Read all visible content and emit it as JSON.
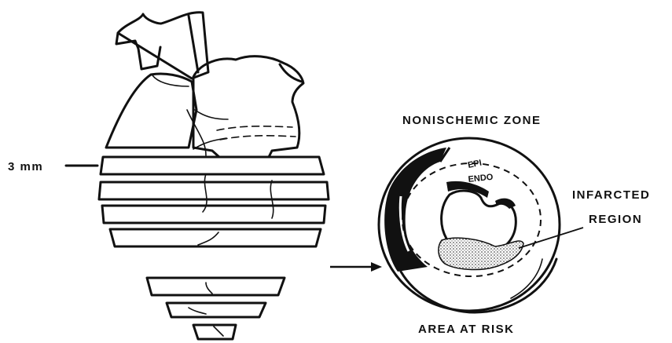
{
  "labels": {
    "slice_thickness": "3 mm",
    "nonischemic_zone": "NONISCHEMIC ZONE",
    "epi": "EPI",
    "endo": "ENDO",
    "infarcted_line1": "INFARCTED",
    "infarcted_line2": "REGION",
    "area_at_risk": "AREA AT RISK"
  }
}
